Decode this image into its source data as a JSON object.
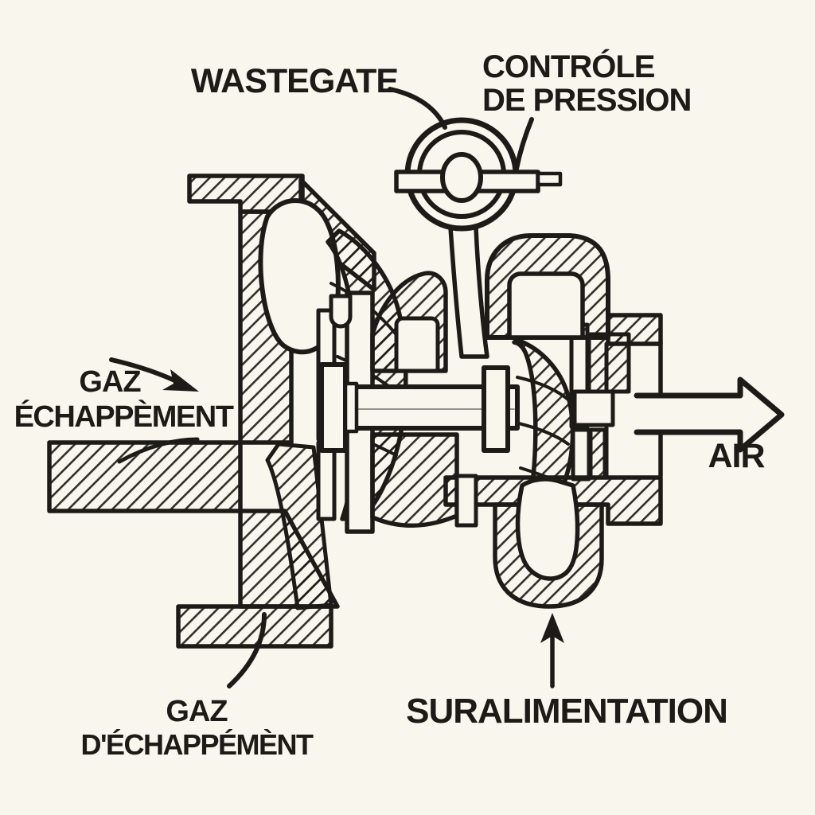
{
  "colors": {
    "background": "#f9f6ed",
    "ink": "#1d1b17"
  },
  "labels": {
    "wastegate": "WASTEGATE",
    "pressure_control": {
      "line1": "CONTRÓLE",
      "line2": "DE PRESSION"
    },
    "exhaust_gas_inlet": {
      "line1": "GAZ",
      "line2": "ÉCHAPPÈMENT"
    },
    "air_outlet": "AIR",
    "exhaust_gas_outlet": {
      "line1": "GAZ",
      "line2": "D'ÉCHAPPÉMÈNT"
    },
    "boost": "SURALIMENTATION"
  },
  "icons": {
    "exhaust_inlet_arrow": "solid arrow pointing down-right toward turbine inlet",
    "air_flow_arrow": "hollow block arrow pointing right out of compressor",
    "boost_arrow": "thin arrow pointing up into compressor volute",
    "wastegate_leader": "curved leader line from WASTEGATE to actuator",
    "pressure_control_leader": "curved leader line from CONTRÓLE DE PRESSION to actuator",
    "exhaust_outlet_leader": "curved leader line from bottom flange to GAZ D'ÉCHAPPÉMÈNT"
  }
}
